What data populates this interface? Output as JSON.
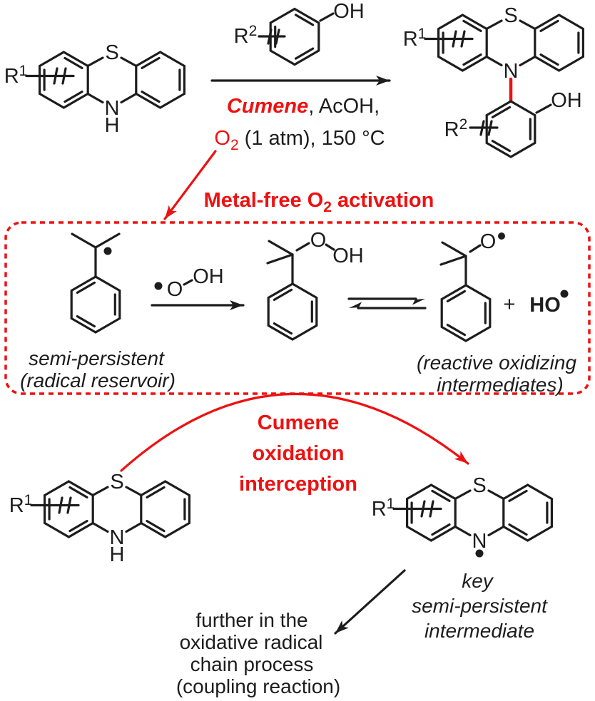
{
  "colors": {
    "red": "#ee1111",
    "black": "#1d1d1d"
  },
  "atoms": {
    "S": "S",
    "N": "N",
    "H": "H",
    "O": "O",
    "OH": "OH",
    "HO": "HO",
    "R": "R",
    "sup1": "1",
    "sup2": "2",
    "plus": "+"
  },
  "conditions": {
    "cumene": "Cumene",
    "acoh": ", AcOH,",
    "o2": "O",
    "o2_sub": "2",
    "o2_rest": " (1 atm),  150 °C"
  },
  "captions": {
    "metal_free_pre": "Metal-free O",
    "metal_free_sub": "2",
    "metal_free_post": " activation",
    "intercept_l1": "Cumene",
    "intercept_l2": "oxidation",
    "intercept_l3": "interception",
    "reservoir_l1": "semi-persistent",
    "reservoir_l2": "(radical reservoir)",
    "reactive_l1": "(reactive oxidizing",
    "reactive_l2": "intermediates)",
    "key_l1": "key",
    "key_l2": "semi-persistent",
    "key_l3": "intermediate",
    "further_l1": "further in the",
    "further_l2": "oxidative radical",
    "further_l3": "chain process",
    "further_l4": "(coupling reaction)"
  }
}
